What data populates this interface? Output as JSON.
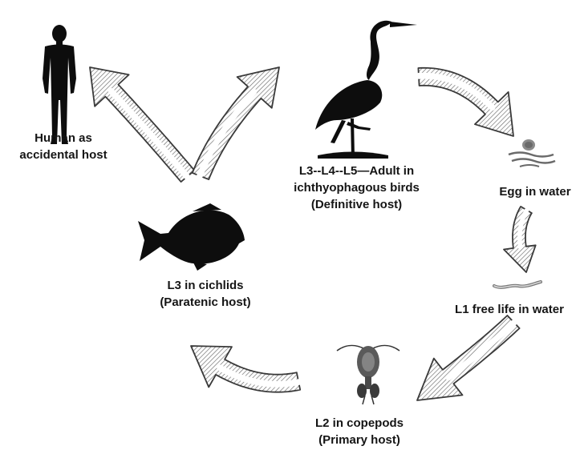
{
  "diagram": {
    "labels": {
      "human": [
        "Human as",
        "accidental host"
      ],
      "bird": [
        "L3--L4--L5—Adult in",
        "ichthyophagous birds",
        "(Definitive host)"
      ],
      "egg": [
        "Egg in water"
      ],
      "l1": [
        "L1 free life in water"
      ],
      "copepod": [
        "L2 in copepods",
        "(Primary host)"
      ],
      "fish": [
        "L3 in cichlids",
        "(Paratenic host)"
      ]
    },
    "icons": [
      "human-silhouette-icon",
      "heron-icon",
      "egg-icon",
      "larva-worm-icon",
      "copepod-icon",
      "cichlid-fish-icon"
    ],
    "colors": {
      "silhouette": "#0d0d0d",
      "arrow_outline": "#3a3a3a",
      "arrow_fill": "#ffffff",
      "hatch": "#6a6a6a",
      "text": "#151515"
    }
  }
}
